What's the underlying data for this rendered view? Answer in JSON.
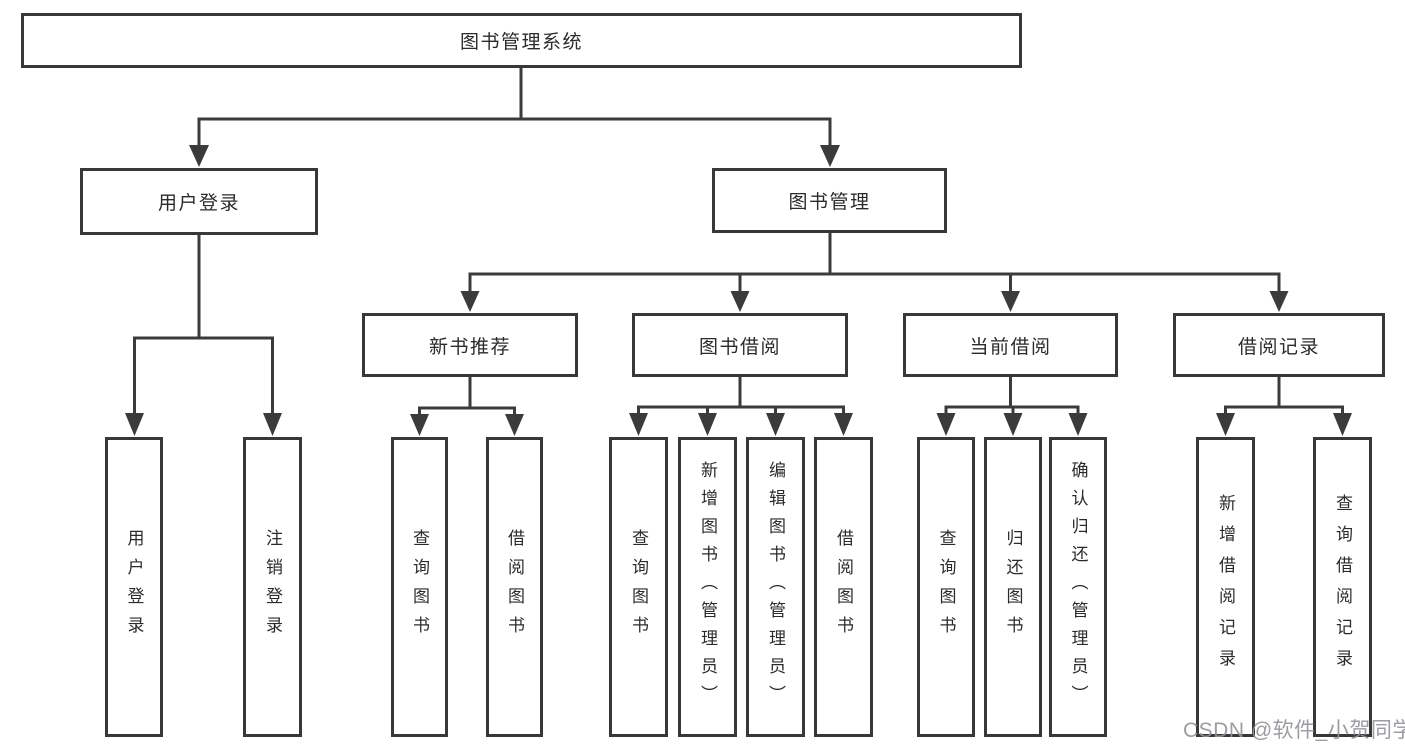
{
  "tree": {
    "root": {
      "label": "图书管理系统"
    },
    "user_login": {
      "label": "用户登录",
      "children": [
        {
          "label": "用户登录"
        },
        {
          "label": "注销登录"
        }
      ]
    },
    "book_mgmt": {
      "label": "图书管理",
      "sections": [
        {
          "label": "新书推荐",
          "children": [
            {
              "label": "查询图书"
            },
            {
              "label": "借阅图书"
            }
          ]
        },
        {
          "label": "图书借阅",
          "children": [
            {
              "label": "查询图书"
            },
            {
              "label": "新增图书（管理员）"
            },
            {
              "label": "编辑图书（管理员）"
            },
            {
              "label": "借阅图书"
            }
          ]
        },
        {
          "label": "当前借阅",
          "children": [
            {
              "label": "查询图书"
            },
            {
              "label": "归还图书"
            },
            {
              "label": "确认归还（管理员）"
            }
          ]
        },
        {
          "label": "借阅记录",
          "children": [
            {
              "label": "新增借阅记录"
            },
            {
              "label": "查询借阅记录"
            }
          ]
        }
      ]
    }
  },
  "watermark": {
    "text": "CSDN @软件_小贺同学"
  },
  "colors": {
    "line": "#3b3b3b",
    "box_border": "#383838",
    "text": "#2b2b2b",
    "background": "#ffffff",
    "watermark": "#94949a"
  }
}
